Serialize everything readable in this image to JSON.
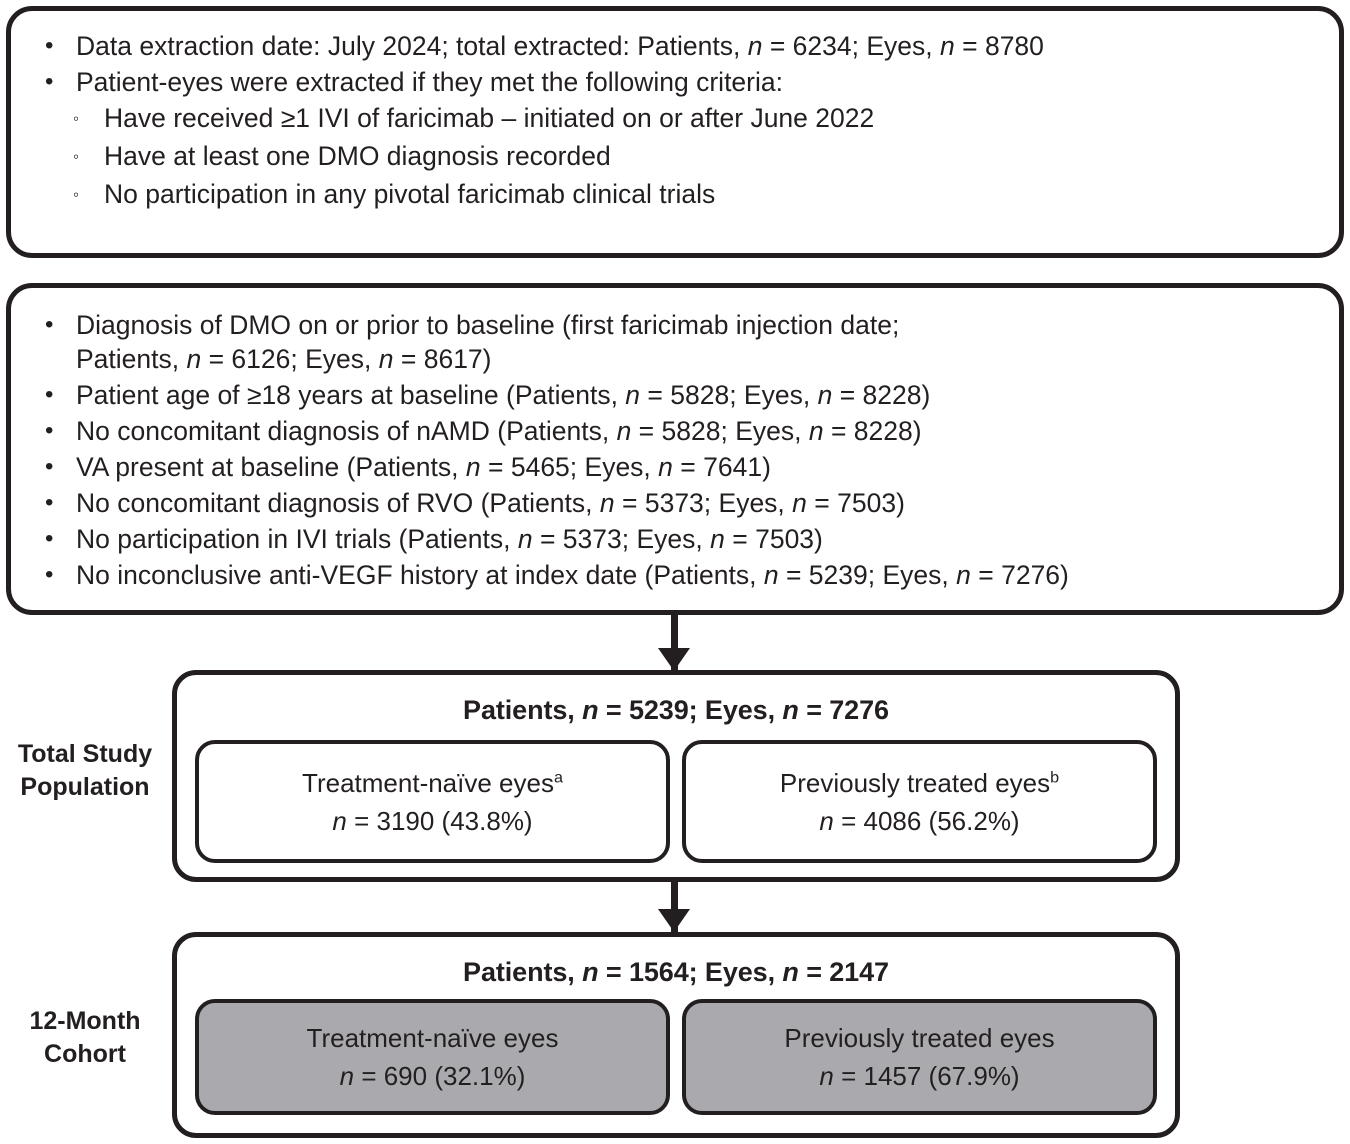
{
  "diagram": {
    "title": "Patient-eye attrition flow diagram",
    "colors": {
      "stroke": "#231f20",
      "fill_white": "#ffffff",
      "fill_gray": "#aaaaae"
    }
  },
  "extraction_box": {
    "name": "data-extraction-criteria",
    "items": [
      {
        "level": 1,
        "marker": "•",
        "text": "Data extraction date: July 2024; total extracted: Patients, n = 6234; Eyes, n = 8780"
      },
      {
        "level": 1,
        "marker": "•",
        "text": "Patient-eyes were extracted if they met the following criteria:"
      },
      {
        "level": 2,
        "marker": "◦",
        "text": "Have received ≥1 IVI of faricimab – initiated on or after June 2022"
      },
      {
        "level": 2,
        "marker": "◦",
        "text": "Have at least one DMO diagnosis recorded"
      },
      {
        "level": 2,
        "marker": "◦",
        "text": "No participation in any pivotal faricimab clinical trials"
      }
    ]
  },
  "inclusion_box": {
    "name": "inclusion-exclusion-criteria",
    "items": [
      {
        "level": 1,
        "marker": "•",
        "text": "Diagnosis of DMO on or prior to baseline (first faricimab injection date;\nPatients, n = 6126; Eyes, n = 8617)"
      },
      {
        "level": 1,
        "marker": "•",
        "text": "Patient age of ≥18 years at baseline (Patients, n = 5828; Eyes, n = 8228)"
      },
      {
        "level": 1,
        "marker": "•",
        "text": "No concomitant diagnosis of nAMD (Patients, n = 5828; Eyes, n = 8228)"
      },
      {
        "level": 1,
        "marker": "•",
        "text": "VA present at baseline (Patients, n = 5465; Eyes, n = 7641)"
      },
      {
        "level": 1,
        "marker": "•",
        "text": "No concomitant diagnosis of RVO (Patients, n = 5373; Eyes, n = 7503)"
      },
      {
        "level": 1,
        "marker": "•",
        "text": "No participation in IVI trials (Patients, n = 5373; Eyes, n = 7503)"
      },
      {
        "level": 1,
        "marker": "•",
        "text": "No inconclusive anti-VEGF history at index date (Patients, n = 5239; Eyes, n = 7276)"
      }
    ]
  },
  "total_study_population": {
    "side_label": "Total Study\nPopulation",
    "header": "Patients, n = 5239; Eyes, n = 7276",
    "groups": [
      {
        "label": "Treatment-naïve eyes",
        "superscript": "a",
        "value": "n = 3190 (43.8%)",
        "filled": false
      },
      {
        "label": "Previously treated eyes",
        "superscript": "b",
        "value": "n = 4086 (56.2%)",
        "filled": false
      }
    ]
  },
  "twelve_month_cohort": {
    "side_label": "12-Month\nCohort",
    "header": "Patients, n = 1564; Eyes, n = 2147",
    "groups": [
      {
        "label": "Treatment-naïve eyes",
        "superscript": "",
        "value": "n = 690 (32.1%)",
        "filled": true
      },
      {
        "label": "Previously treated eyes",
        "superscript": "",
        "value": "n = 1457 (67.9%)",
        "filled": true
      }
    ]
  },
  "connectors": [
    {
      "name": "arrow-inclusion-to-total",
      "from": "inclusion_box",
      "to": "total_study_population"
    },
    {
      "name": "arrow-total-to-12month",
      "from": "total_study_population",
      "to": "twelve_month_cohort"
    }
  ]
}
